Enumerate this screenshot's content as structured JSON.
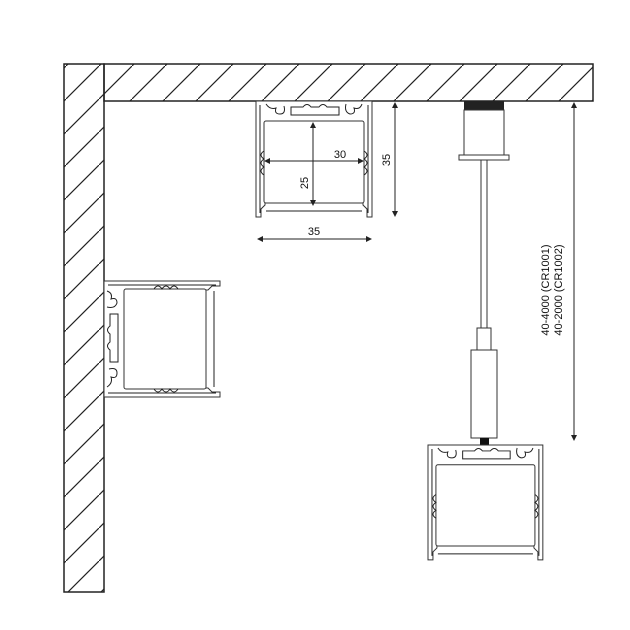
{
  "colors": {
    "line": "#222222",
    "background": "#ffffff",
    "joint": "#111111"
  },
  "dimensions": {
    "profile_width": "35",
    "profile_height": "35",
    "inner_width": "30",
    "inner_height": "25"
  },
  "suspension_labels": {
    "line1": "40-4000 (CR1001)",
    "line2": "40-2000 (CR1002)"
  }
}
